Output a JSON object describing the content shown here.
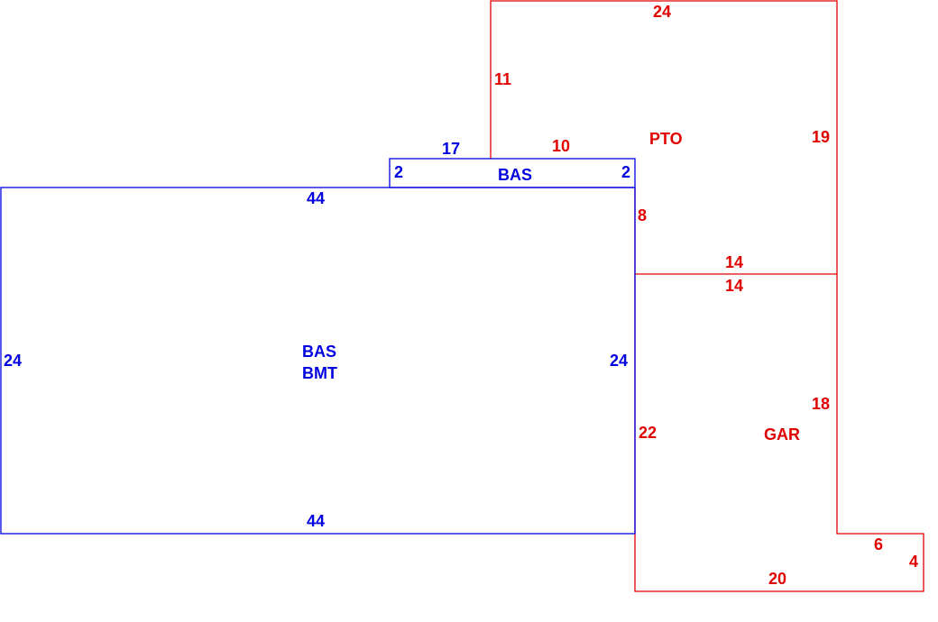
{
  "colors": {
    "living": "#0000e0",
    "other": "#e00000"
  },
  "areas": {
    "bas_main": {
      "labels": [
        "BAS",
        "BMT"
      ],
      "dims": {
        "top": "44",
        "bottom": "44",
        "left": "24",
        "right": "24"
      }
    },
    "bas_bump": {
      "label": "BAS",
      "dims": {
        "top": "17",
        "left": "2",
        "right": "2"
      }
    },
    "pto": {
      "label": "PTO",
      "dims": {
        "top": "24",
        "left": "11",
        "step": "10",
        "right": "19",
        "inner": "8",
        "bottom": "14"
      }
    },
    "gar": {
      "label": "GAR",
      "dims": {
        "top": "14",
        "left": "22",
        "right": "18",
        "step": "6",
        "side": "4",
        "bottom": "20"
      }
    }
  }
}
